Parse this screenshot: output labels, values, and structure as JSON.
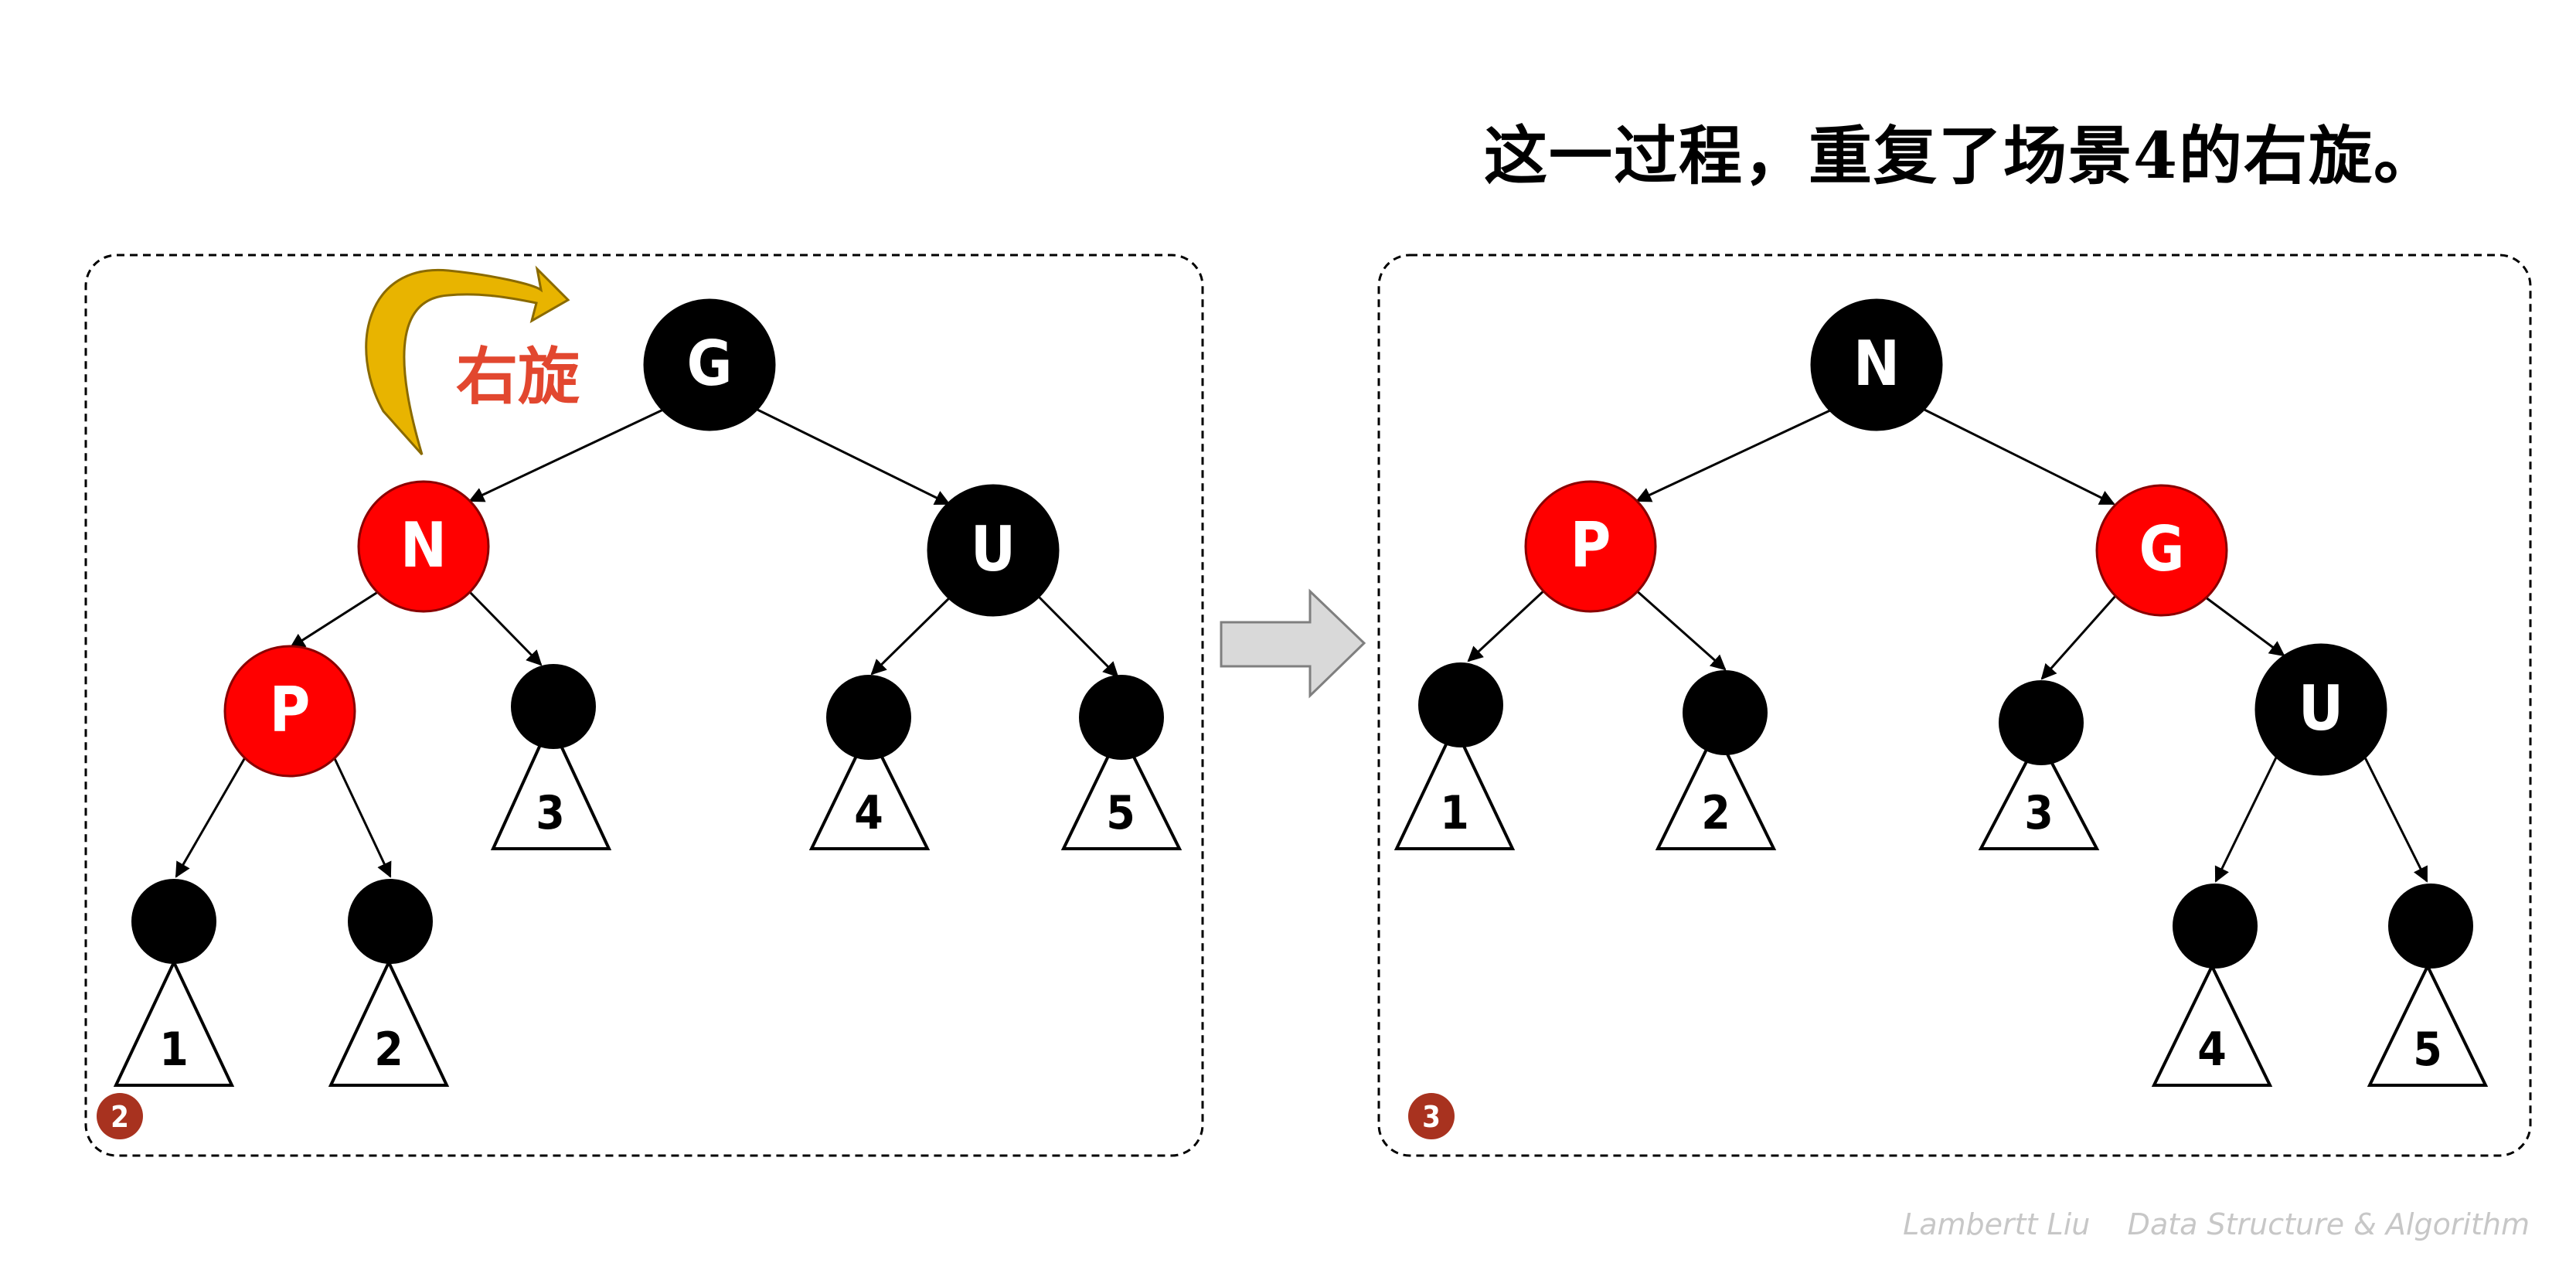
{
  "title": "这一过程，重复了场景4的右旋。",
  "footer": "Lambertt Liu    Data Structure & Algorithm",
  "colors": {
    "red_node": "#ff0000",
    "black_node": "#000000",
    "rotate_label": "#e2472f",
    "rotate_arrow": "#e8b400",
    "step_badge": "#a8321f",
    "transition_arrow": "#d9d9d9"
  },
  "panels": [
    {
      "step": "2",
      "rotate_label": "右旋",
      "nodes": [
        {
          "label": "G",
          "color": "black"
        },
        {
          "label": "N",
          "color": "red"
        },
        {
          "label": "U",
          "color": "black"
        },
        {
          "label": "P",
          "color": "red"
        },
        {
          "label": "",
          "color": "black"
        },
        {
          "label": "",
          "color": "black"
        },
        {
          "label": "",
          "color": "black"
        },
        {
          "label": "",
          "color": "black"
        },
        {
          "label": "",
          "color": "black"
        }
      ],
      "subtrees": [
        "3",
        "4",
        "5",
        "1",
        "2"
      ]
    },
    {
      "step": "3",
      "nodes": [
        {
          "label": "N",
          "color": "black"
        },
        {
          "label": "P",
          "color": "red"
        },
        {
          "label": "G",
          "color": "red"
        },
        {
          "label": "",
          "color": "black"
        },
        {
          "label": "",
          "color": "black"
        },
        {
          "label": "",
          "color": "black"
        },
        {
          "label": "U",
          "color": "black"
        },
        {
          "label": "",
          "color": "black"
        },
        {
          "label": "",
          "color": "black"
        }
      ],
      "subtrees": [
        "1",
        "2",
        "3",
        "4",
        "5"
      ]
    }
  ]
}
